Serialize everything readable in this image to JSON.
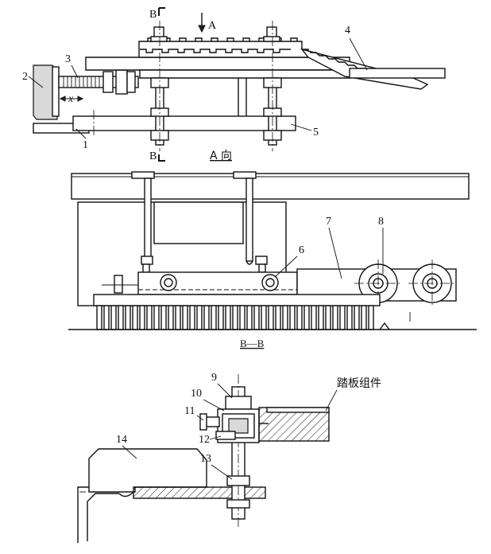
{
  "top_view": {
    "section_mark_top": "B",
    "section_mark_bottom": "B",
    "view_arrow_label": "A",
    "dim_label": "x",
    "caption": "A 向",
    "labels": [
      "1",
      "2",
      "3",
      "4",
      "5"
    ]
  },
  "section_view": {
    "caption": "B—B",
    "labels": [
      "6",
      "7",
      "8"
    ]
  },
  "detail_view": {
    "assembly_label": "踏板组件",
    "labels": [
      "9",
      "10",
      "11",
      "12",
      "13",
      "14"
    ]
  },
  "colors": {
    "line": "#111111",
    "background": "#ffffff",
    "fill_grey": "#d9d9d9"
  }
}
